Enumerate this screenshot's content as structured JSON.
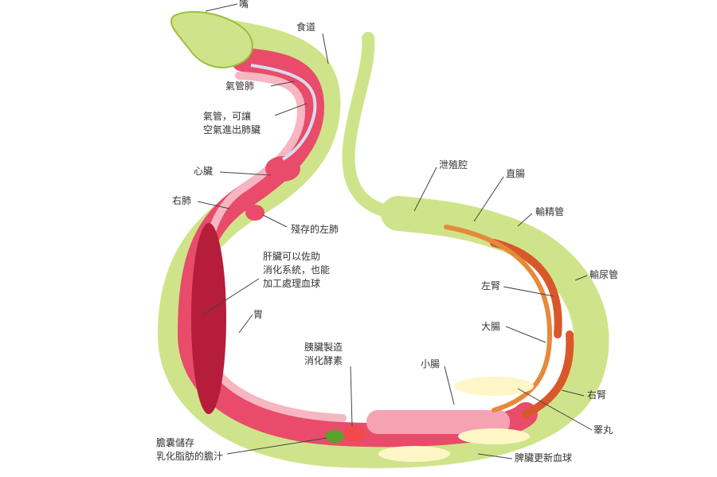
{
  "colors": {
    "skin": "#cfe48a",
    "skin_edge": "#9bbf3a",
    "gut": "#e94b6a",
    "gut_dark": "#b51d3a",
    "gut_light": "#f7b6c2",
    "organ_dark": "#c0392b",
    "kidney": "#d9582b",
    "fat": "#fff6c8",
    "leader": "#444444"
  },
  "labels": {
    "mouth": "嘴",
    "esophagus": "食道",
    "tracheal_lung": "氣管肺",
    "trachea": "氣管，可讓\n空氣進出肺臟",
    "heart": "心臟",
    "right_lung": "右肺",
    "vestigial_left_lung": "殘存的左肺",
    "liver": "肝臟可以佐助\n消化系統，也能\n加工處理血球",
    "stomach": "胃",
    "pancreas": "胰臟製造\n消化酵素",
    "gallbladder": "膽囊儲存\n乳化脂肪的膽汁",
    "cloaca": "泄殖腔",
    "rectum": "直腸",
    "vas_deferens": "輸精管",
    "ureter": "輸尿管",
    "left_kidney": "左腎",
    "large_intestine": "大腸",
    "small_intestine": "小腸",
    "right_kidney": "右腎",
    "testis": "睪丸",
    "spleen": "脾臟更新血球"
  }
}
